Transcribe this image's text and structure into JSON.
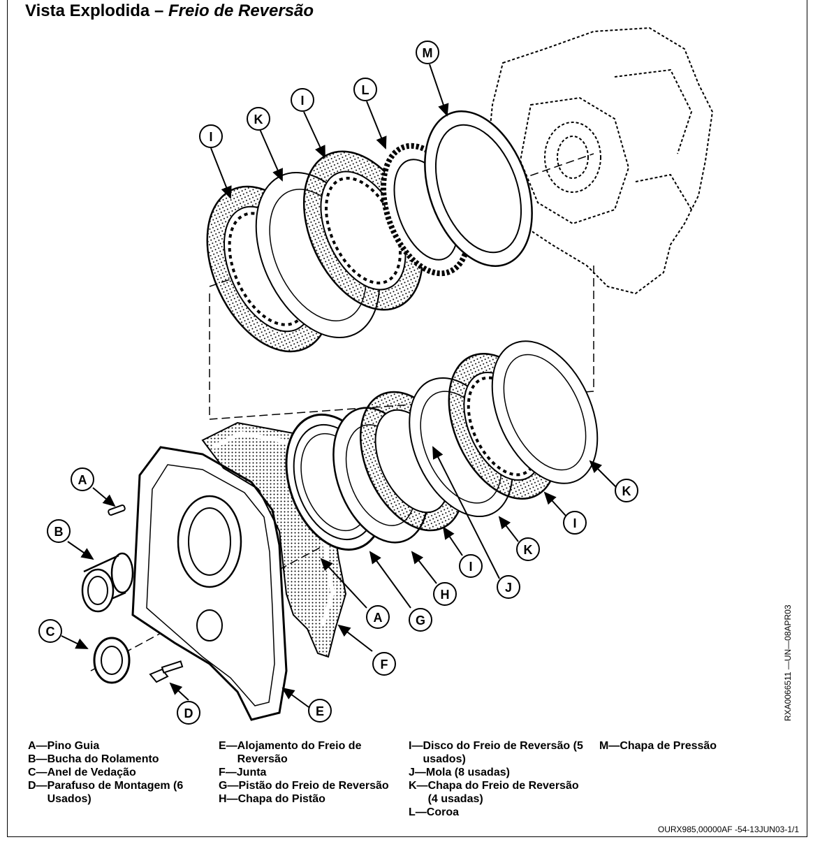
{
  "title": {
    "main": "Vista Explodida – ",
    "italic": "Freio de Reversão"
  },
  "callouts": [
    "A",
    "B",
    "C",
    "D",
    "E",
    "F",
    "G",
    "H",
    "I",
    "J",
    "K",
    "L",
    "M"
  ],
  "legend": {
    "col1": [
      {
        "key": "A—",
        "text": "Pino Guia"
      },
      {
        "key": "B—",
        "text": "Bucha do Rolamento"
      },
      {
        "key": "C—",
        "text": "Anel de Vedação"
      },
      {
        "key": "D—",
        "text": "Parafuso de Montagem (6 Usados)"
      }
    ],
    "col2": [
      {
        "key": "E—",
        "text": "Alojamento do Freio de Reversão"
      },
      {
        "key": "F—",
        "text": "Junta"
      },
      {
        "key": "G—",
        "text": "Pistão do Freio de Reversão"
      },
      {
        "key": "H—",
        "text": "Chapa do Pistão"
      }
    ],
    "col3": [
      {
        "key": "I— ",
        "text": "Disco do Freio de Reversão (5 usados)"
      },
      {
        "key": "J—",
        "text": "Mola (8 usadas)"
      },
      {
        "key": "K—",
        "text": "Chapa do Freio de Reversão (4 usadas)"
      },
      {
        "key": "L—",
        "text": "Coroa"
      }
    ],
    "col4": [
      {
        "key": "M—",
        "text": "Chapa de Pressão"
      }
    ]
  },
  "figure_code": "RXA0066511 —UN—08APR03",
  "footer": "OURX985,00000AF  -54-13JUN03-1/1"
}
